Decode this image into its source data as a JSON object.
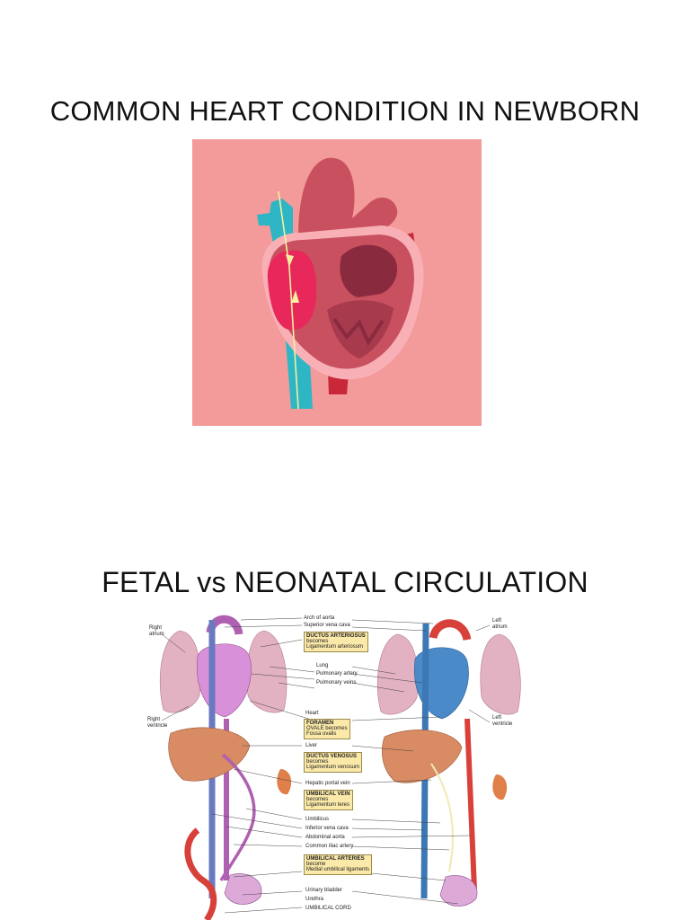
{
  "slide1": {
    "title": "COMMON HEART CONDITION IN NEWBORN"
  },
  "slide2": {
    "title": "FETAL vs NEONATAL CIRCULATION",
    "figure": {
      "left_labels": {
        "right_atrium": [
          "Right",
          "atrium"
        ],
        "right_ventricle": [
          "Right",
          "ventricle"
        ]
      },
      "right_labels": {
        "left_atrium": [
          "Left",
          "atrium"
        ],
        "left_ventricle": [
          "Left",
          "ventricle"
        ]
      },
      "center_labels": {
        "arch_of_aorta": "Arch of aorta",
        "superior_vena_cava": "Superior vena cava",
        "lung": "Lung",
        "pulmonary_artery": "Pulmonary artery",
        "pulmonary_veins": "Pulmonary veins",
        "heart": "Heart",
        "liver": "Liver",
        "hepatic_portal_vein": "Hepatic portal vein",
        "umbilicus": "Umbilicus",
        "inferior_vena_cava": "Inferior vena cava",
        "abdominal_aorta": "Abdominal aorta",
        "common_iliac_artery": "Common iliac artery",
        "urinary_bladder": "Urinary bladder",
        "urethra": "Urethra",
        "umbilical_cord": "UMBILICAL CORD"
      },
      "boxes": {
        "ductus_arteriosus": {
          "head": "DUCTUS ARTERIOSUS",
          "lines": [
            "becomes",
            "Ligamentum arteriosum"
          ]
        },
        "foramen_ovale": {
          "head": "FORAMEN",
          "lines": [
            "OVALE becomes",
            "Fossa ovalis"
          ]
        },
        "ductus_venosus": {
          "head": "DUCTUS VENOSUS",
          "lines": [
            "becomes",
            "Ligamentum venosum"
          ]
        },
        "umbilical_vein": {
          "head": "UMBILICAL VEIN",
          "lines": [
            "becomes",
            "Ligamentum teres"
          ]
        },
        "umbilical_arteries": {
          "head": "UMBILICAL ARTERIES",
          "lines": [
            "become",
            "Medial umbilical ligaments"
          ]
        }
      }
    }
  },
  "colors": {
    "panel_bg": "#f39a9b",
    "heart_body": "#c8505f",
    "heart_outline": "#f8b0b6",
    "right_atrium": "#e8285a",
    "vena_cava": "#2fb6c4",
    "aorta_red": "#c8283a",
    "flow_arrow": "#f4f0a0",
    "vein_blue": "#3b78b4",
    "artery_red": "#d8403a",
    "fetal_purple": "#b060b0",
    "label_box": "#fbe9a9"
  }
}
